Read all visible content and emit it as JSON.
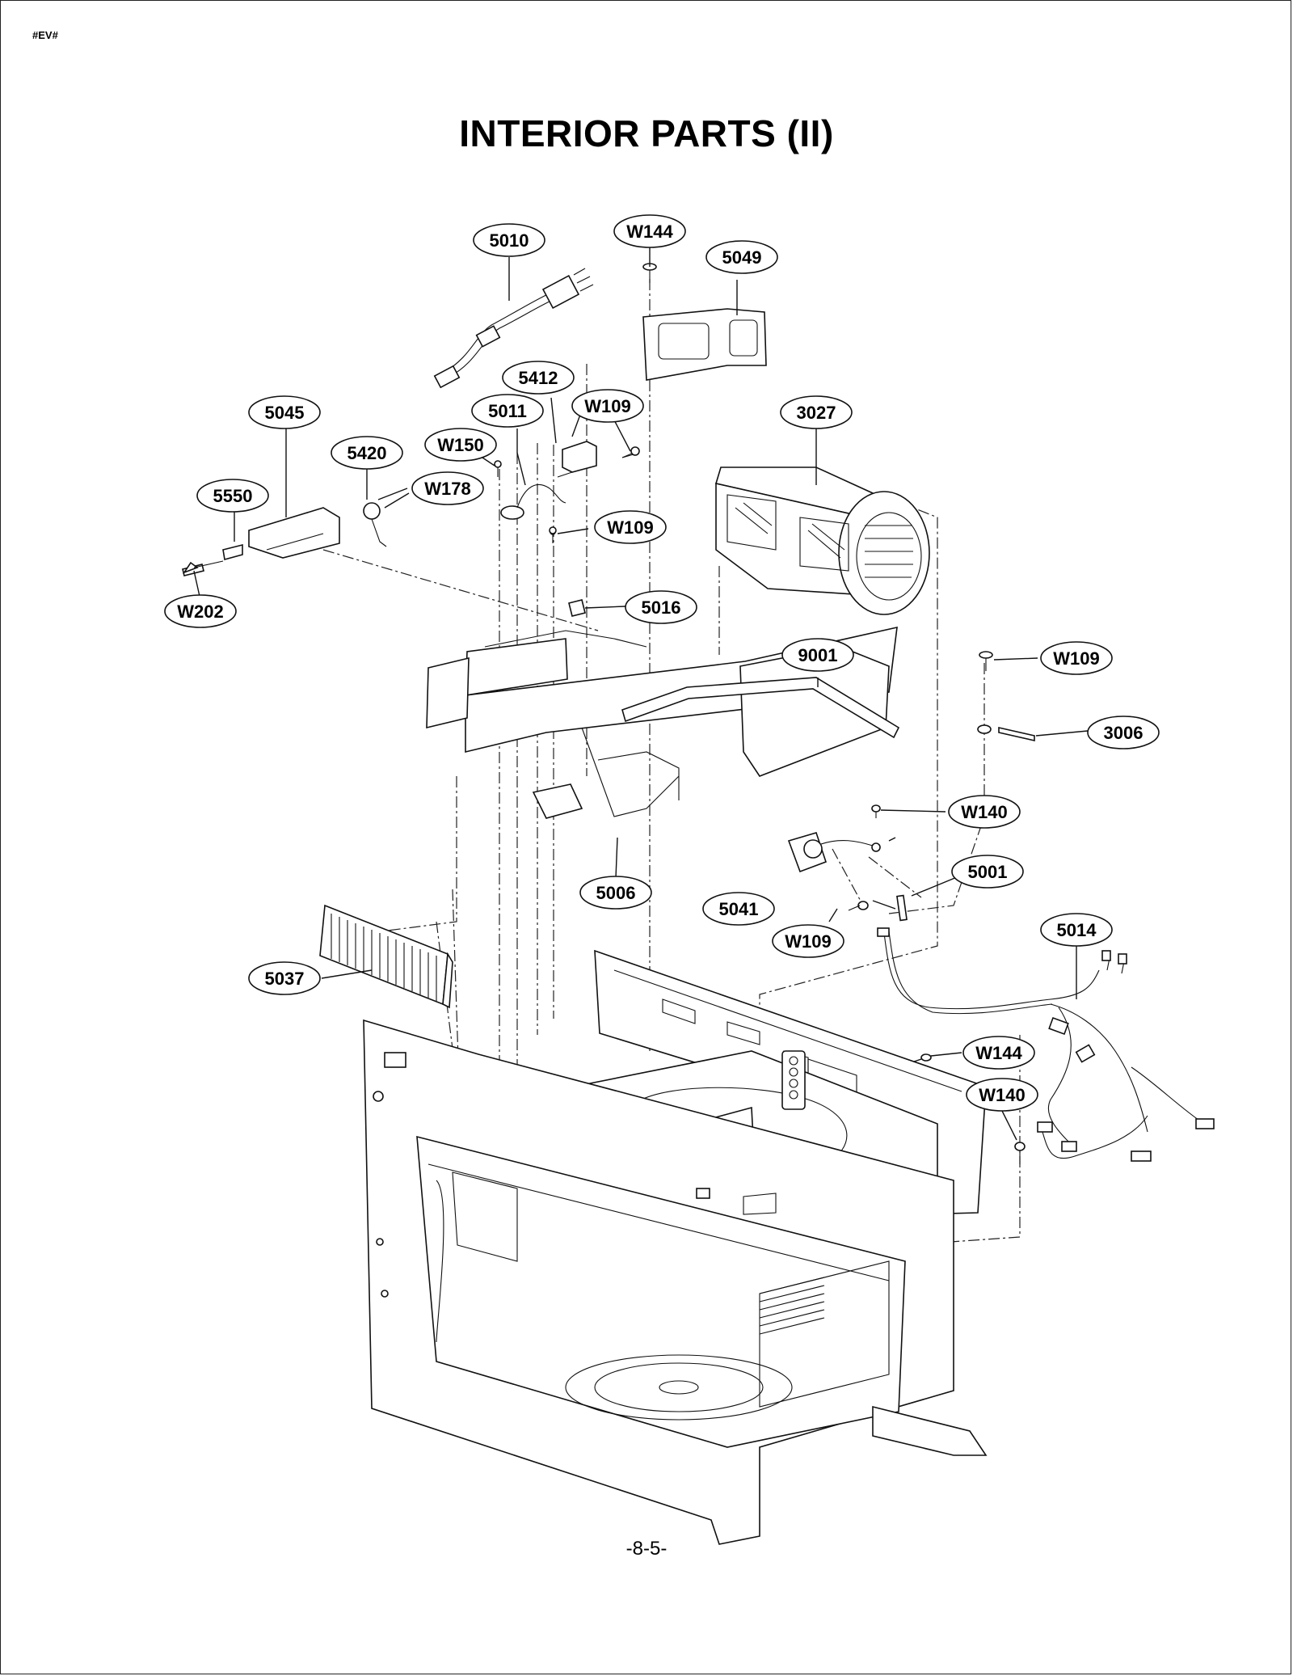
{
  "document": {
    "code": "#EV#",
    "title": "INTERIOR PARTS (II)",
    "page_number": "-8-5-"
  },
  "callouts": [
    {
      "id": "c5010",
      "label": "5010"
    },
    {
      "id": "cW144a",
      "label": "W144"
    },
    {
      "id": "c5049",
      "label": "5049"
    },
    {
      "id": "c5412",
      "label": "5412"
    },
    {
      "id": "c5045",
      "label": "5045"
    },
    {
      "id": "c5011",
      "label": "5011"
    },
    {
      "id": "cW109a",
      "label": "W109"
    },
    {
      "id": "c3027",
      "label": "3027"
    },
    {
      "id": "c5420",
      "label": "5420"
    },
    {
      "id": "cW150",
      "label": "W150"
    },
    {
      "id": "cW178",
      "label": "W178"
    },
    {
      "id": "c5550",
      "label": "5550"
    },
    {
      "id": "cW109b",
      "label": "W109"
    },
    {
      "id": "cW202",
      "label": "W202"
    },
    {
      "id": "c5016",
      "label": "5016"
    },
    {
      "id": "c9001",
      "label": "9001"
    },
    {
      "id": "cW109c",
      "label": "W109"
    },
    {
      "id": "c3006",
      "label": "3006"
    },
    {
      "id": "cW140a",
      "label": "W140"
    },
    {
      "id": "c5001",
      "label": "5001"
    },
    {
      "id": "c5006",
      "label": "5006"
    },
    {
      "id": "c5041",
      "label": "5041"
    },
    {
      "id": "c5014",
      "label": "5014"
    },
    {
      "id": "cW109d",
      "label": "W109"
    },
    {
      "id": "c5037",
      "label": "5037"
    },
    {
      "id": "cW144b",
      "label": "W144"
    },
    {
      "id": "cW140b",
      "label": "W140"
    }
  ]
}
